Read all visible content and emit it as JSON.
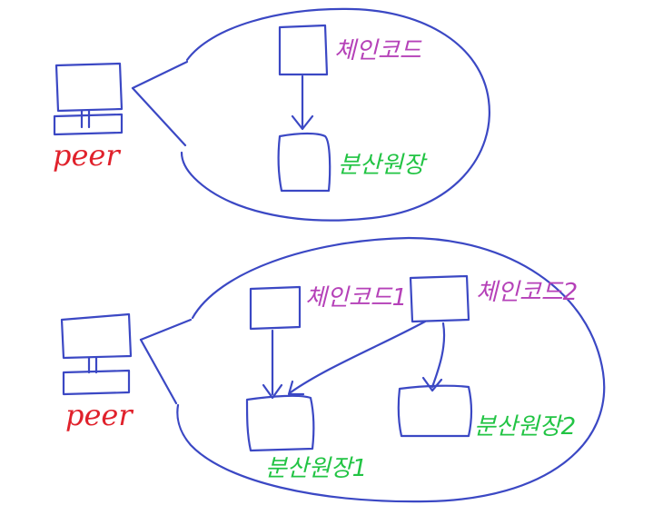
{
  "colors": {
    "ink": "#3b48c4",
    "peer": "#e0212b",
    "chaincode": "#b541b8",
    "ledger": "#22c444"
  },
  "top": {
    "peer_label": "peer",
    "chaincode_label": "체인코드",
    "ledger_label": "분산원장"
  },
  "bottom": {
    "peer_label": "peer",
    "chaincode1_label": "체인코드1",
    "chaincode2_label": "체인코드2",
    "ledger1_label": "분산원장1",
    "ledger2_label": "분산원장2"
  }
}
